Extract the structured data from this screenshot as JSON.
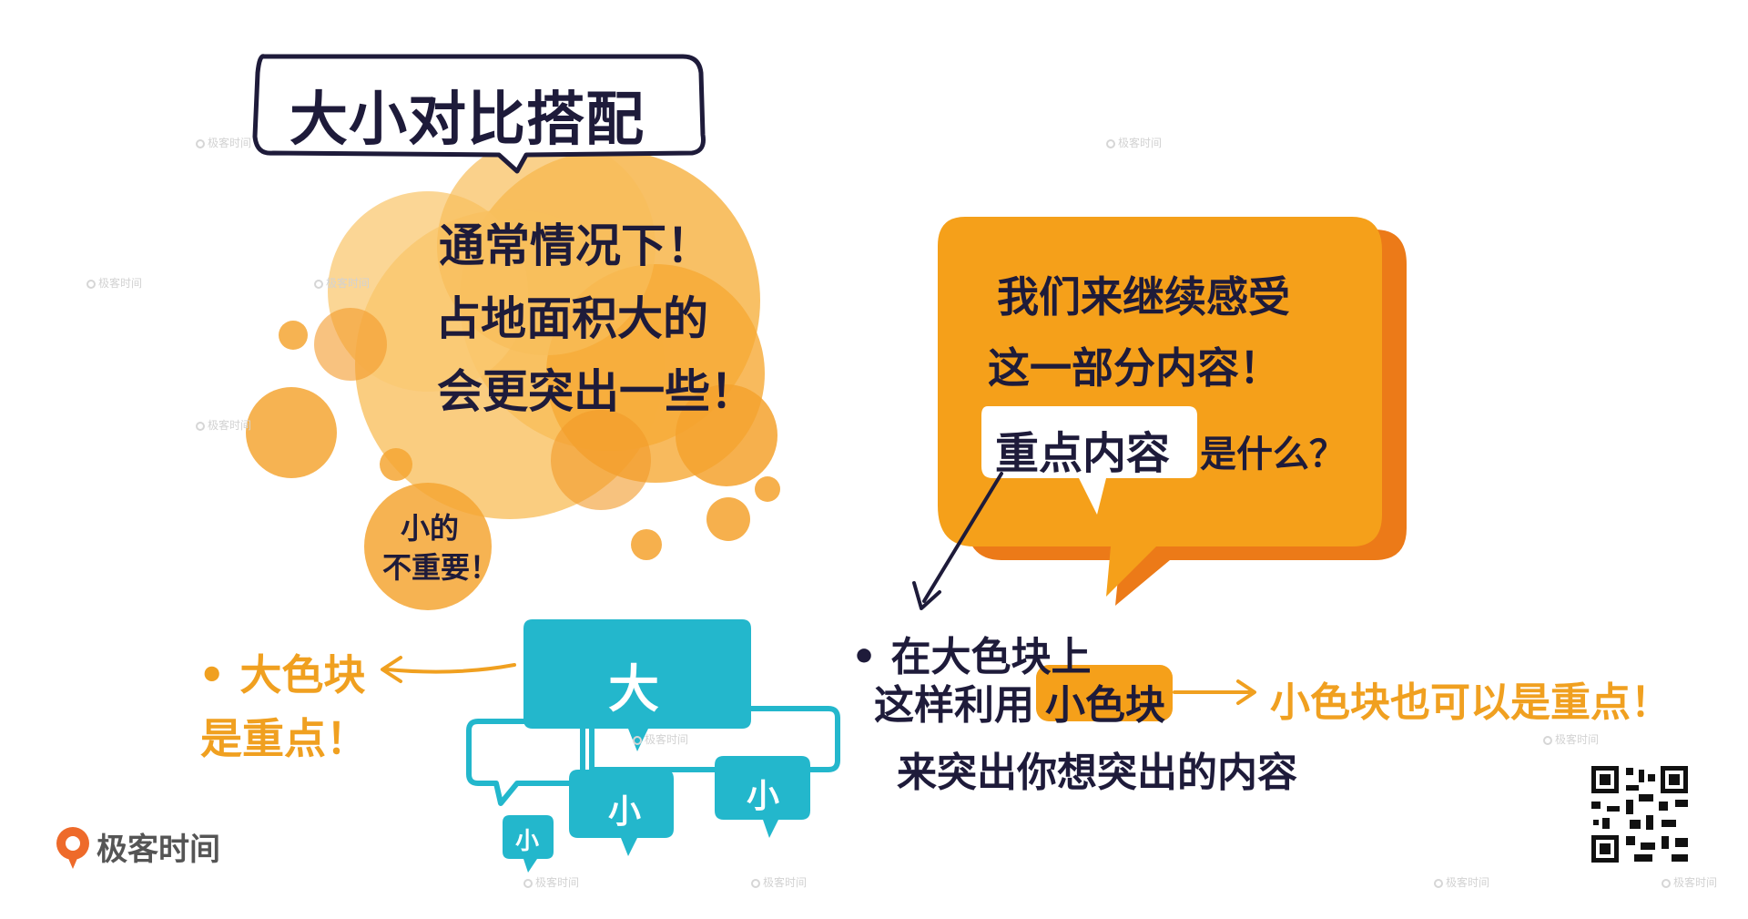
{
  "title": "大小对比搭配",
  "cloud_text": [
    "通常情况下！",
    "占地面积大的",
    "会更突出一些！"
  ],
  "small_blob_text": [
    "小的",
    "不重要！"
  ],
  "speech": {
    "line1": "我们来继续感受",
    "line2": "这一部分内容！",
    "highlight": "重点内容",
    "line3_rest": "是什么？"
  },
  "left_note": [
    "• 大色块",
    "是重点！"
  ],
  "blocks": {
    "big": "大",
    "small1": "小",
    "small2": "小",
    "small3": "小"
  },
  "right_note": {
    "line1": "• 在大色块上",
    "line2_prefix": "这样利用",
    "line2_highlight": "小色块",
    "line3": "来突出你想突出的内容"
  },
  "right_tail": "小色块也可以是重点！",
  "logo_text": "极客时间",
  "watermark": "极客时间",
  "colors": {
    "orange": "#f5a623",
    "teal": "#23b7cc",
    "dark": "#1e1b3a",
    "deep_orange": "#ee7a1a"
  }
}
